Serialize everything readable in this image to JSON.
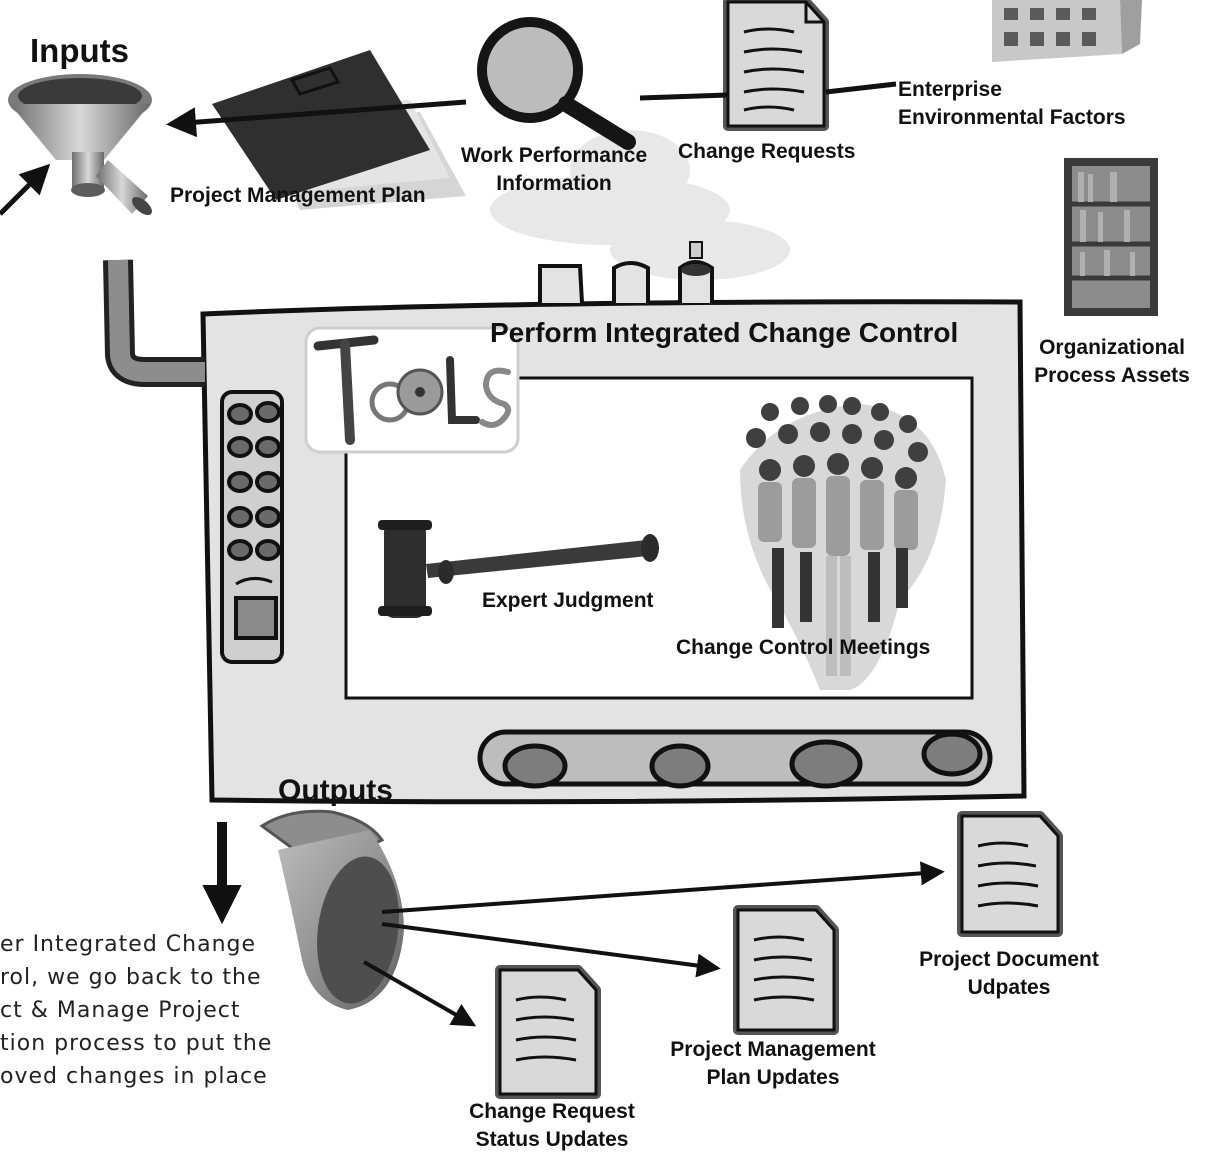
{
  "title": "Perform Integrated Change Control",
  "inputs_header": "Inputs",
  "outputs_header": "Outputs",
  "tools_word": "Tools",
  "inputs": {
    "project_management_plan": "Project Management Plan",
    "work_performance_information": [
      "Work Performance",
      "Information"
    ],
    "change_requests": "Change Requests",
    "enterprise_environmental_factors": [
      "Enterprise",
      "Environmental Factors"
    ],
    "organizational_process_assets": [
      "Organizational",
      "Process Assets"
    ]
  },
  "tools": {
    "expert_judgment": "Expert Judgment",
    "change_control_meetings": "Change Control Meetings"
  },
  "outputs": {
    "project_document_updates": [
      "Project Document",
      "Udpates"
    ],
    "project_management_plan_updates": [
      "Project Management",
      "Plan Updates"
    ],
    "change_request_status_updates": [
      "Change Request",
      "Status Updates"
    ]
  },
  "note_lines": [
    "er Integrated Change",
    "rol, we go back to the",
    "ct & Manage Project",
    "tion process to put the",
    "oved changes in place"
  ]
}
